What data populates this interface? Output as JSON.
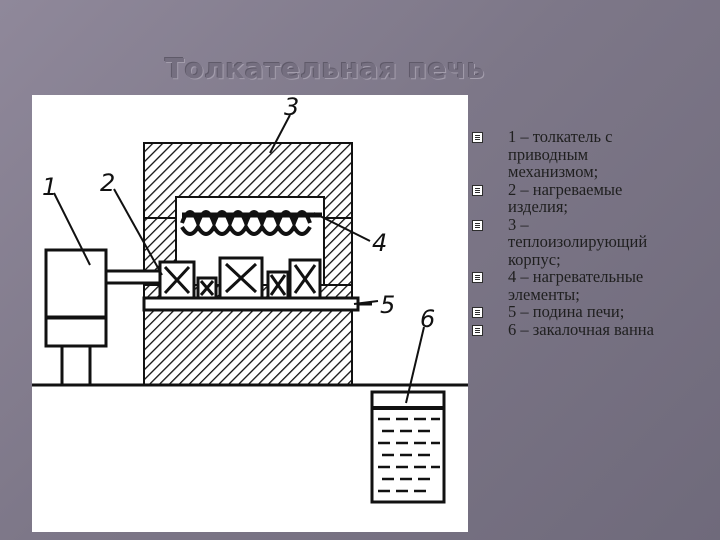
{
  "slide": {
    "title": "Толкательная печь"
  },
  "diagram": {
    "labels": [
      "1",
      "2",
      "3",
      "4",
      "5",
      "6"
    ]
  },
  "legend": {
    "items": [
      "1 – толкатель с приводным механизмом;",
      "2 – нагреваемые изделия;",
      "3 – теплоизолирующий корпус;",
      "4 – нагревательные элементы;",
      "5 – подина печи;",
      "6 – закалочная ванна"
    ]
  }
}
